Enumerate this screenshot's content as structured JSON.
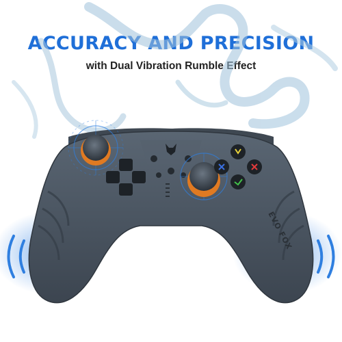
{
  "headline": {
    "text": "ACCURACY AND PRECISION",
    "color": "#1f6fd8"
  },
  "subline": {
    "text": "with Dual Vibration Rumble Effect",
    "color": "#222222"
  },
  "product": {
    "brand": "EVO FOX",
    "body_color": "#4b5663",
    "accent_color": "#e07a22",
    "vibration_color": "#2f7fe0",
    "button_colors": {
      "y": "#e8d23a",
      "b": "#e23b3b",
      "x": "#3a6fe0",
      "a": "#43c24a"
    }
  }
}
